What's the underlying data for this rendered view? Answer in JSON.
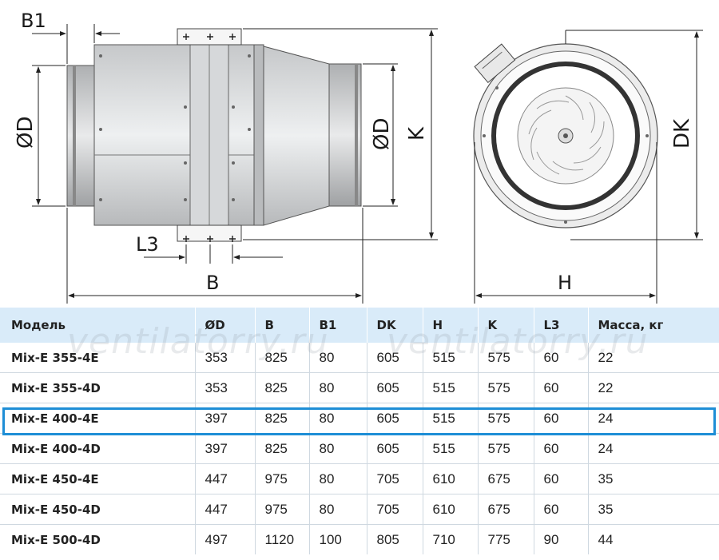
{
  "drawing": {
    "labels": {
      "b1": "B1",
      "d_left": "ØD",
      "d_right": "ØD",
      "k": "K",
      "l3": "L3",
      "b": "B",
      "dk": "DK",
      "h": "H"
    }
  },
  "table": {
    "headers": [
      "Модель",
      "ØD",
      "B",
      "B1",
      "DK",
      "H",
      "K",
      "L3",
      "Масса, кг"
    ],
    "rows": [
      [
        "Mix-E 355-4E",
        "353",
        "825",
        "80",
        "605",
        "515",
        "575",
        "60",
        "22"
      ],
      [
        "Mix-E 355-4D",
        "353",
        "825",
        "80",
        "605",
        "515",
        "575",
        "60",
        "22"
      ],
      [
        "Mix-E 400-4E",
        "397",
        "825",
        "80",
        "605",
        "515",
        "575",
        "60",
        "24"
      ],
      [
        "Mix-E 400-4D",
        "397",
        "825",
        "80",
        "605",
        "515",
        "575",
        "60",
        "24"
      ],
      [
        "Mix-E 450-4E",
        "447",
        "975",
        "80",
        "705",
        "610",
        "675",
        "60",
        "35"
      ],
      [
        "Mix-E 450-4D",
        "447",
        "975",
        "80",
        "705",
        "610",
        "675",
        "60",
        "35"
      ],
      [
        "Mix-E 500-4D",
        "497",
        "1120",
        "100",
        "805",
        "710",
        "775",
        "90",
        "44"
      ]
    ],
    "highlighted_row": 2,
    "highlight_color": "#1e8ed6",
    "header_bg": "#d9ebf9"
  },
  "watermark": "ventilatorry.ru"
}
